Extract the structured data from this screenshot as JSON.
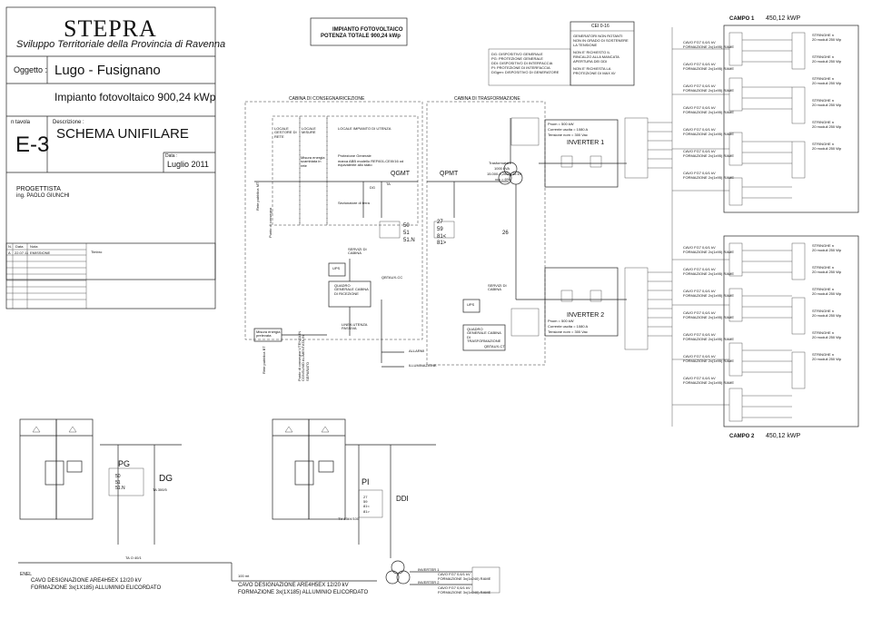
{
  "header": {
    "logo": "STEPRA",
    "subtitle": "Sviluppo Territoriale della Provincia di Ravenna",
    "oggetto_label": "Oggetto :",
    "oggetto_value": "Lugo - Fusignano",
    "impianto": "Impianto fotovoltaico 900,24 kWp",
    "tavola_label": "n tavola",
    "tavola_value": "E-3",
    "descrizione_label": "Descrizione :",
    "descrizione_value": "SCHEMA UNIFILARE",
    "data_label": "Data :",
    "data_value": "Luglio 2011",
    "progettista_label": "PROGETTISTA",
    "progettista_value": "ing. PAOLO GIUNCHI"
  },
  "revisions": {
    "headers": [
      "N.",
      "Data",
      "Nota",
      "Timbro"
    ],
    "row": [
      "A",
      "22.07.11",
      "EMISSIONE"
    ]
  },
  "plant_box": {
    "line1": "IMPIANTO FOTOVOLTAICO",
    "line2": "POTENZA TOTALE 900,24 kWp"
  },
  "legend": {
    "lines": [
      "DG: DISPOSITIVO GENERALE",
      "PG: PROTEZIONE GENERALE",
      "DDI: DISPOSITIVO DI INTERFACCIA",
      "PI: PROTEZIONE DI INTERFACCIA",
      "DGgen: DISPOSITIVO DI GENERATORE"
    ]
  },
  "cei_box": {
    "title": "CEI 0-16",
    "lines": [
      "GENERATORI NON ROTANTI",
      "NON IN GRADO DI SOSTENERE",
      "LA TENSIONE",
      "NON E' RICHIESTO IL",
      "RINCALZO ALLA MANCATA",
      "APERTURA DEI DDI",
      "NON E' RICHIESTA LA",
      "PROTEZIONE DI MAX I0/"
    ]
  },
  "fields": {
    "campo1_label": "CAMPO 1",
    "campo1_value": "450,12 kWP",
    "campo2_label": "CAMPO 2",
    "campo2_value": "450,12 kWP",
    "cable_line1": "CAVO FG7 0,6/1 kV",
    "cable_line2": "FORMAZIONE 2x(1x95) RAME",
    "stringhe": "STRINGHE n",
    "moduli": "20 moduli 250 Wp"
  },
  "cabins": {
    "consegna": "CABINA DI CONSEGNA/RICEZIONE",
    "trasformazione": "CABINA DI TRASFORMAZIONE",
    "locale_gestore": "LOCALE GESTORE DI RETE",
    "locale_misure": "LOCALE MISURE",
    "locale_impianto": "LOCALE IMPIANTO DI UTENZA",
    "misura_energia": "Misura energia scambiata in rete",
    "protezione_generale": "Protezione Generale",
    "protezione_detail": "marca ABB modello REF601-CEI0/16 od equivalente allo stato",
    "qgmt": "QGMT",
    "qpmt": "QPMT",
    "dg": "DG",
    "ta": "TA",
    "sezionatore_terra": "Sezionatore di terra",
    "rete_pubblica": "Rete pubblica MT",
    "punto_consegna": "Punto di consegna"
  },
  "transformer": {
    "label": "Trasformatore",
    "power": "1000 kVA",
    "ratio": "15.000-0,260/0,15 kV",
    "vcc": "vcc = 6%",
    "inverter1": "INVERTER 1",
    "inverter2": "INVERTER 2",
    "pnom": "Pnom = 500 kW",
    "corrente": "Corrente uscita = 1080 A",
    "tensione": "Tensione nom = 300 Vac",
    "relays": [
      "27",
      "59",
      "81<",
      "81>",
      "26"
    ],
    "relays_pg": [
      "50",
      "51",
      "51.N"
    ]
  },
  "services": {
    "servizi_cabina": "SERVIZI DI CABINA",
    "ups": "UPS",
    "quadro_generale": "QUADRO GENERALE CABINA DI RICEZIONE",
    "qbtaux": "QBTAUX-CC",
    "qbtaux_ct": "QBTAUX-CT",
    "linea_utenza": "LINEA UTENZA PASSIVA",
    "misura_prelevata": "Misura energia prelevata",
    "allarmi": "ALLARMI",
    "illuminazione": "ILLUMINAZIONE",
    "servizi_cabina2": "SERVIZI DI CABINA",
    "quadro_trasf": "QUADRO GENERALE CABINA DI TRASFORMAZIONE",
    "rete_pubblica_bt": "Rete pubblica BT",
    "punto_consegna_bt": "Punto di consegna UTENZA IN CONSUMO ALIMENTATA IN SEPARATO"
  },
  "bottom": {
    "pg": "PG",
    "dg": "DG",
    "pi": "PI",
    "ddi": "DDI",
    "relays_pg": [
      "50",
      "51",
      "51.N"
    ],
    "relays_pi": [
      "27",
      "59",
      "81<",
      "81>"
    ],
    "ta": "TA 300/5",
    "tv": "TV 15kV/100",
    "ta0": "TA O 40/1",
    "enel": "ENEL",
    "cable_left_1": "CAVO DESIGNAZIONE ARE4H5EX 12/20 kV",
    "cable_left_2": "FORMAZIONE 3x(1X185) ALLUMINIO ELICORDATO",
    "dist": "100 mt",
    "cable_right_1": "CAVO DESIGNAZIONE ARE4H5EX 12/20 kV",
    "cable_right_2": "FORMAZIONE 3x(1X185) ALLUMINIO ELICORDATO",
    "inverter1": "INVERTER 1",
    "inverter2": "INVERTER 2",
    "cable_bt_1": "CAVO FG7 0,6/1 kV",
    "cable_bt_2": "FORMAZIONE 3x(1x240) RAME"
  }
}
